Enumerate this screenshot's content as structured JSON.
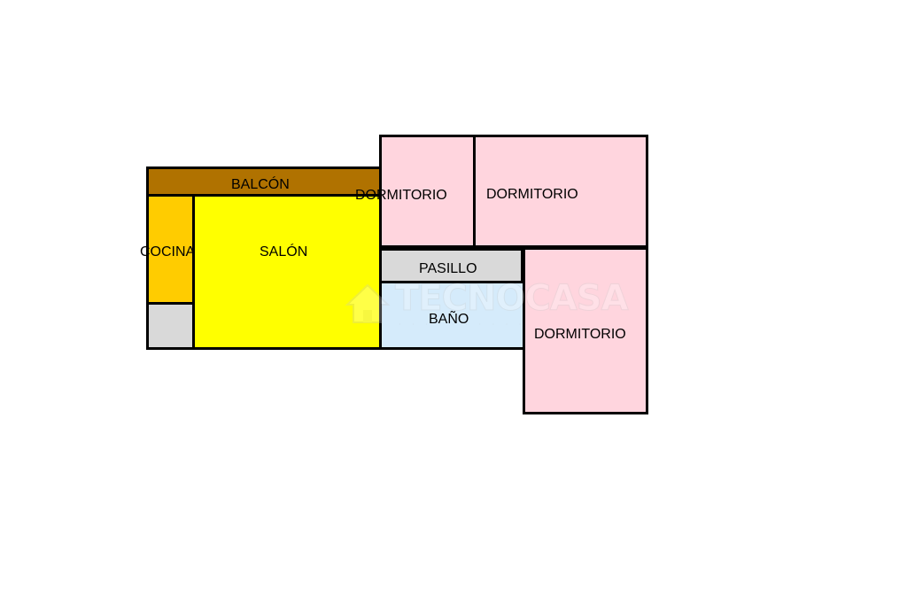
{
  "plan": {
    "rooms": {
      "balcon": {
        "label": "BALCÓN",
        "color": "#b07200"
      },
      "cocina": {
        "label": "COCINA",
        "color": "#ffcc00"
      },
      "storage": {
        "label": "",
        "color": "#d9d9d9"
      },
      "salon": {
        "label": "SALÓN",
        "color": "#ffff00"
      },
      "dormitorio_1": {
        "label": "DORMITORIO",
        "color": "#ffd5de"
      },
      "dormitorio_2": {
        "label": "DORMITORIO",
        "color": "#ffd5de"
      },
      "pasillo": {
        "label": "PASILLO",
        "color": "#d9d9d9"
      },
      "bano": {
        "label": "BAÑO",
        "color": "#d5ebfb"
      },
      "dormitorio_3": {
        "label": "DORMITORIO",
        "color": "#ffd5de"
      }
    },
    "watermark": {
      "brand": "TECNOCASA",
      "icon": "house-icon"
    }
  }
}
